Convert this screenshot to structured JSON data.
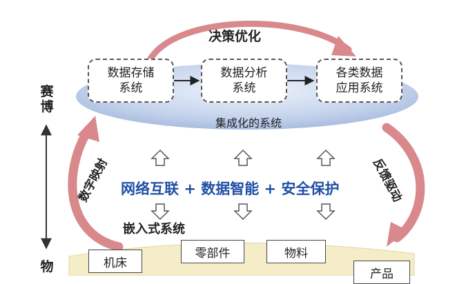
{
  "decision_label": "决策优化",
  "platform_label": "集成化的系统",
  "process_boxes": [
    {
      "line1": "数据存储",
      "line2": "系统"
    },
    {
      "line1": "数据分析",
      "line2": "系统"
    },
    {
      "line1": "各类数据",
      "line2": "应用系统"
    }
  ],
  "cyber_label": "赛博",
  "physical_label": "物",
  "core_label": {
    "part1": "网络互联",
    "plus1": "+",
    "part2": "数据智能",
    "plus2": "+",
    "part3": "安全保护"
  },
  "left_arrow_label": "数字映射",
  "right_arrow_label": "反馈驱动",
  "embedded_label": "嵌入式系统",
  "physical_items": [
    "机床",
    "零部件",
    "物料",
    "产品"
  ],
  "colors": {
    "accent_red": "#d9888c",
    "ellipse_blue": "#c5d3ec",
    "core_text_blue": "#1f4fa5",
    "ground_yellow": "#f5edc8"
  }
}
